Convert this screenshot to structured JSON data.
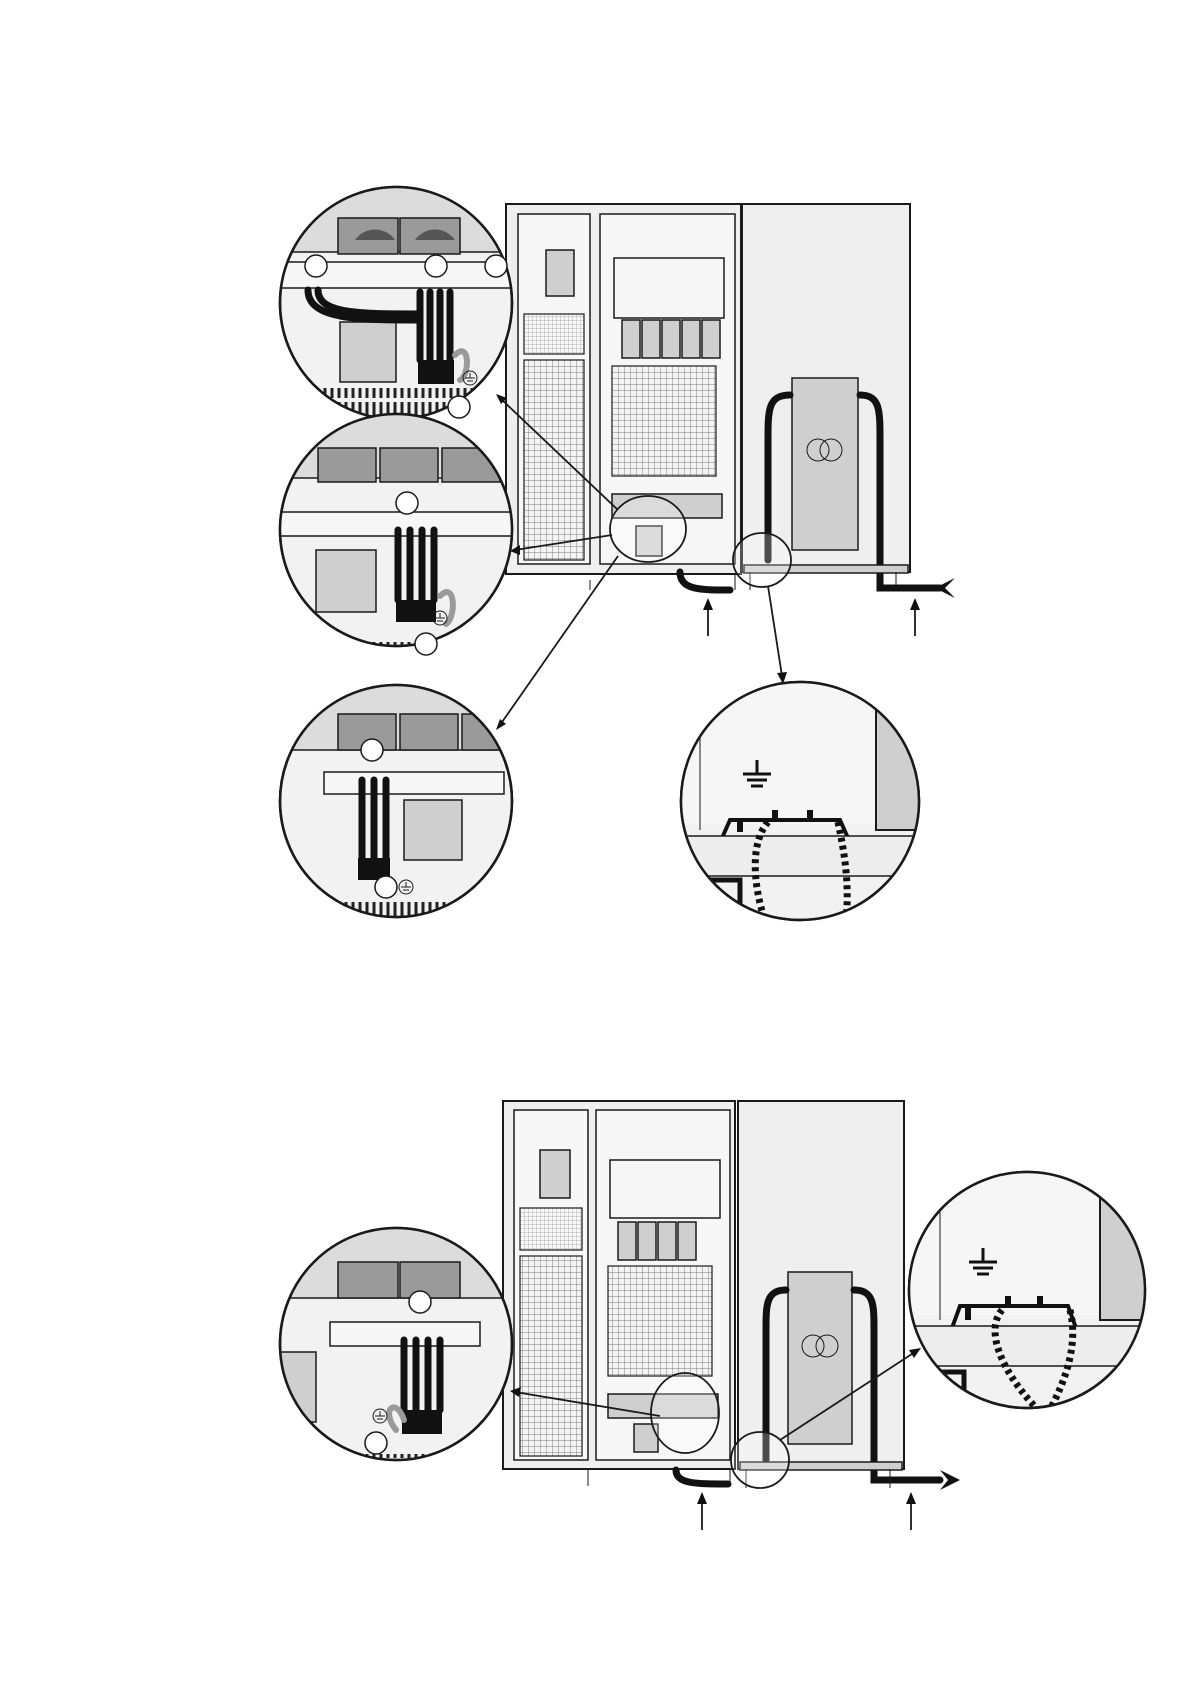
{
  "figure": {
    "description_visible_text": [],
    "upper_view": {
      "magnifiers": [
        "terminal-block-left",
        "terminal-block-middle",
        "terminal-block-bottom",
        "pe-connection"
      ],
      "cable_direction": "in"
    },
    "lower_view": {
      "magnifiers": [
        "terminal-block",
        "pe-connection"
      ],
      "cable_direction": "out"
    },
    "colors": {
      "line": "#1a1a1a",
      "cabinet_fill": "#efefef",
      "transformer_fill": "#cfcfcf",
      "cable": "#111111",
      "pe_conductor": "#9a9a9a"
    },
    "icons": [
      "ground-icon",
      "transformer-icon",
      "arrow-icon"
    ]
  }
}
